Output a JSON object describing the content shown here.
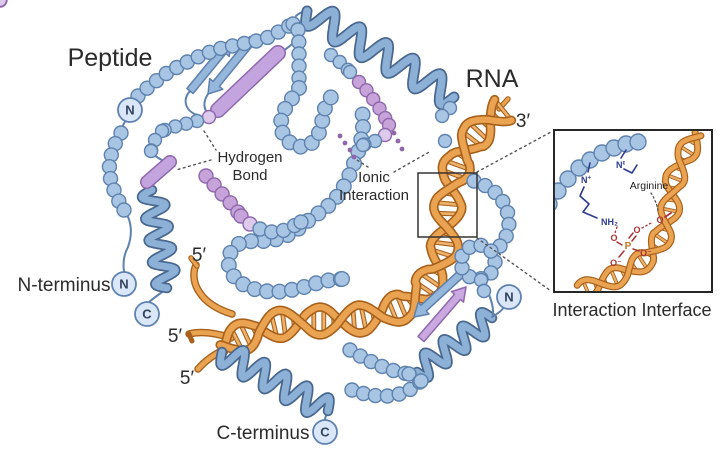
{
  "figure": {
    "title_peptide": "Peptide",
    "title_rna": "RNA",
    "hydrogen_bond": [
      "Hydrogen",
      "Bond"
    ],
    "ionic_interaction": [
      "Ionic",
      "Interaction"
    ],
    "n_terminus": "N-terminus",
    "c_terminus": "C-terminus",
    "interaction_interface": "Interaction Interface",
    "three_prime": "3′",
    "five_prime": "5′",
    "n_letter": "N",
    "c_letter": "C"
  },
  "inset": {
    "arginine": "Arginine",
    "chem": {
      "n": "N",
      "plus": "+",
      "epsilon": "ε",
      "nh2": "NH₂",
      "o": "O",
      "o_minus": "O⁻",
      "p": "P"
    }
  },
  "colors": {
    "bead_blue": "#a9c5e4",
    "bead_blue_stroke": "#5e82ad",
    "bead_purple": "#c6a3d9",
    "bead_purple_stroke": "#8f68ac",
    "bead_light_purple": "#dcc9ec",
    "ribbon_light": "#8db0d6",
    "ribbon_dark": "#49688f",
    "arrow_blue": "#96b7dc",
    "arrow_purple": "#c9a9e0",
    "cylinder_purple": "#c4a4de",
    "rna_light": "#e9a351",
    "rna_dark": "#a8611c",
    "rna_rung": "#edb169",
    "terminal_fill": "#d9e7f8",
    "chem_n": "#2c3b8f",
    "chem_o": "#a83232",
    "chem_p": "#c8761e",
    "text": "#2b2b2b",
    "dotted": "#555555"
  }
}
